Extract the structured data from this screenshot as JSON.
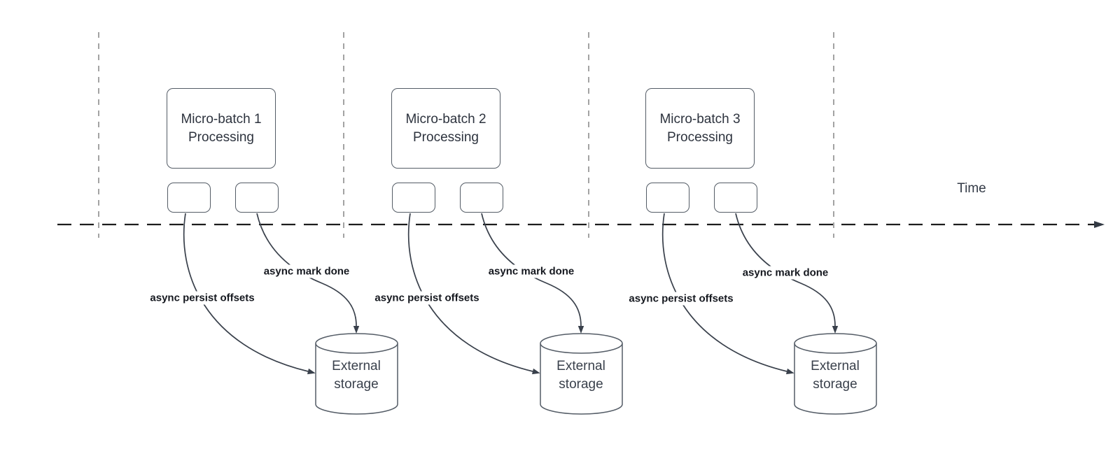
{
  "timeline": {
    "label": "Time"
  },
  "sections": [
    {
      "box_line1": "Micro-batch 1",
      "box_line2": "Processing",
      "persist_label": "async persist offsets",
      "done_label": "async mark done",
      "storage_line1": "External",
      "storage_line2": "storage"
    },
    {
      "box_line1": "Micro-batch 2",
      "box_line2": "Processing",
      "persist_label": "async persist offsets",
      "done_label": "async mark done",
      "storage_line1": "External",
      "storage_line2": "storage"
    },
    {
      "box_line1": "Micro-batch 3",
      "box_line2": "Processing",
      "persist_label": "async persist offsets",
      "done_label": "async mark done",
      "storage_line1": "External",
      "storage_line2": "storage"
    }
  ],
  "colors": {
    "shape_stroke": "#545c66",
    "connector": "#39404b",
    "axis": "#1d1d1d",
    "lane_divider": "#a3a3a3",
    "box_text": "#2d333e",
    "label_text": "#15181f",
    "background": "#ffffff"
  }
}
